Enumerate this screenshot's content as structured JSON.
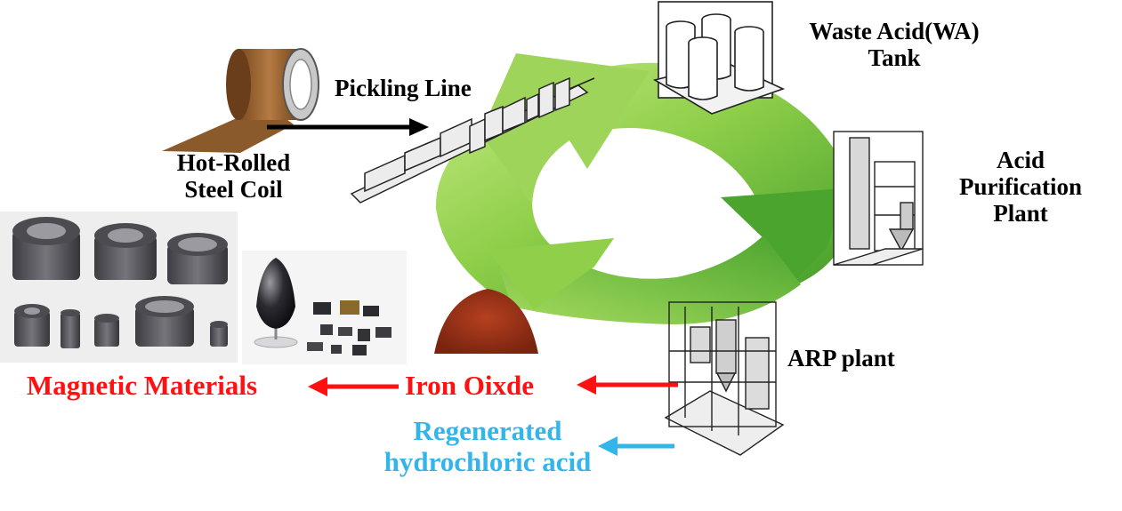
{
  "labels": {
    "pickling_line": "Pickling Line",
    "hot_rolled_line1": "Hot-Rolled",
    "hot_rolled_line2": "Steel Coil",
    "waste_acid_line1": "Waste Acid(WA)",
    "waste_acid_line2": "Tank",
    "acid_purification_line1": "Acid",
    "acid_purification_line2": "Purification",
    "acid_purification_line3": "Plant",
    "arp_plant": "ARP plant",
    "iron_oxide": "Iron Oixde",
    "magnetic_materials": "Magnetic Materials",
    "regenerated_line1": "Regenerated",
    "regenerated_line2": "hydrochloric acid"
  },
  "colors": {
    "cycle_green_light": "#9fd45a",
    "cycle_green_dark": "#3f9a28",
    "red_accent": "#ff1111",
    "blue_accent": "#33b5ea",
    "coil_brown": "#a9703c",
    "iron_oxide_red": "#a7321a",
    "ferrite_gray": "#5a5a5e"
  },
  "icons": [
    "steel-coil-icon",
    "pickling-line-machine-icon",
    "waste-acid-tank-icon",
    "acid-purification-plant-icon",
    "arp-plant-icon",
    "iron-oxide-powder-icon",
    "magnetic-rings-photo",
    "magnetic-components-photo"
  ]
}
